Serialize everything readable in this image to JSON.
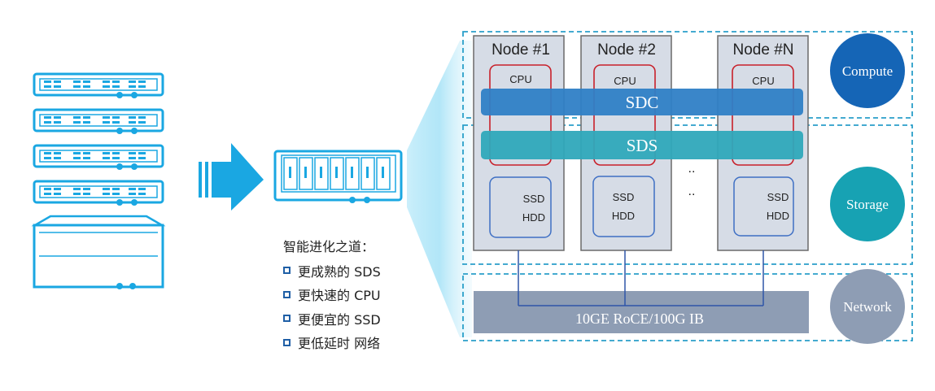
{
  "nodes": [
    {
      "title": "Node #1",
      "cpu": "CPU",
      "disk": [
        "SSD",
        "HDD"
      ]
    },
    {
      "title": "Node #2",
      "cpu": "CPU",
      "disk": [
        "SSD",
        "HDD"
      ]
    },
    {
      "title": "Node #N",
      "cpu": "CPU",
      "disk": [
        "SSD",
        "HDD"
      ]
    }
  ],
  "ellipsis": [
    "..",
    ".."
  ],
  "bars": {
    "sdc": "SDC",
    "sds": "SDS"
  },
  "network_bar": "10GE RoCE/100G IB",
  "layers": {
    "compute": "Compute",
    "storage": "Storage",
    "network": "Network"
  },
  "evolution": {
    "title": "智能进化之道：",
    "items": [
      "更成熟的 SDS",
      "更快速的 CPU",
      "更便宜的 SSD",
      "更低延时 网络"
    ]
  },
  "colors": {
    "compute": "#1565b6",
    "storage": "#17a2b3",
    "network": "#8e9db4",
    "sdc": "#2f7fc6",
    "sds": "#2fa8bb",
    "server_outline": "#1aa7e2",
    "dashed": "#2a9fc9"
  }
}
